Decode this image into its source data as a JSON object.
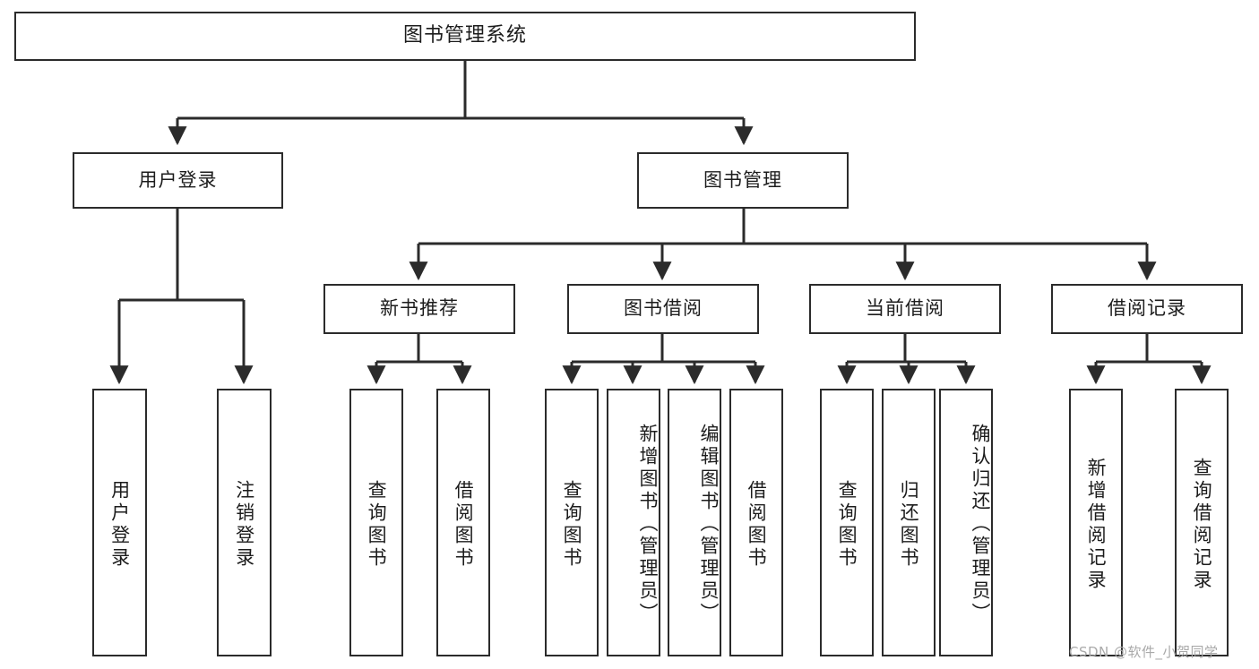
{
  "diagram": {
    "title": "图书管理系统",
    "type": "tree",
    "root": {
      "label": "图书管理系统"
    },
    "level2": [
      {
        "label": "用户登录"
      },
      {
        "label": "图书管理"
      }
    ],
    "level3": [
      {
        "label": "新书推荐"
      },
      {
        "label": "图书借阅"
      },
      {
        "label": "当前借阅"
      },
      {
        "label": "借阅记录"
      }
    ],
    "leaves": {
      "user_login": [
        {
          "label": "用户登录"
        },
        {
          "label": "注销登录"
        }
      ],
      "new_book_recommend": [
        {
          "label": "查询图书"
        },
        {
          "label": "借阅图书"
        }
      ],
      "book_borrow": [
        {
          "label": "查询图书"
        },
        {
          "label": "新增图书（管理员）"
        },
        {
          "label": "编辑图书（管理员）"
        },
        {
          "label": "借阅图书"
        }
      ],
      "current_borrow": [
        {
          "label": "查询图书"
        },
        {
          "label": "归还图书"
        },
        {
          "label": "确认归还（管理员）"
        }
      ],
      "borrow_record": [
        {
          "label": "新增借阅记录"
        },
        {
          "label": "查询借阅记录"
        }
      ]
    }
  },
  "watermark": {
    "text": "CSDN @软件_小贺同学"
  },
  "colors": {
    "stroke": "#2b2b2b",
    "text": "#1c1c1c",
    "background": "#ffffff",
    "watermark": "#a9a9a9"
  }
}
